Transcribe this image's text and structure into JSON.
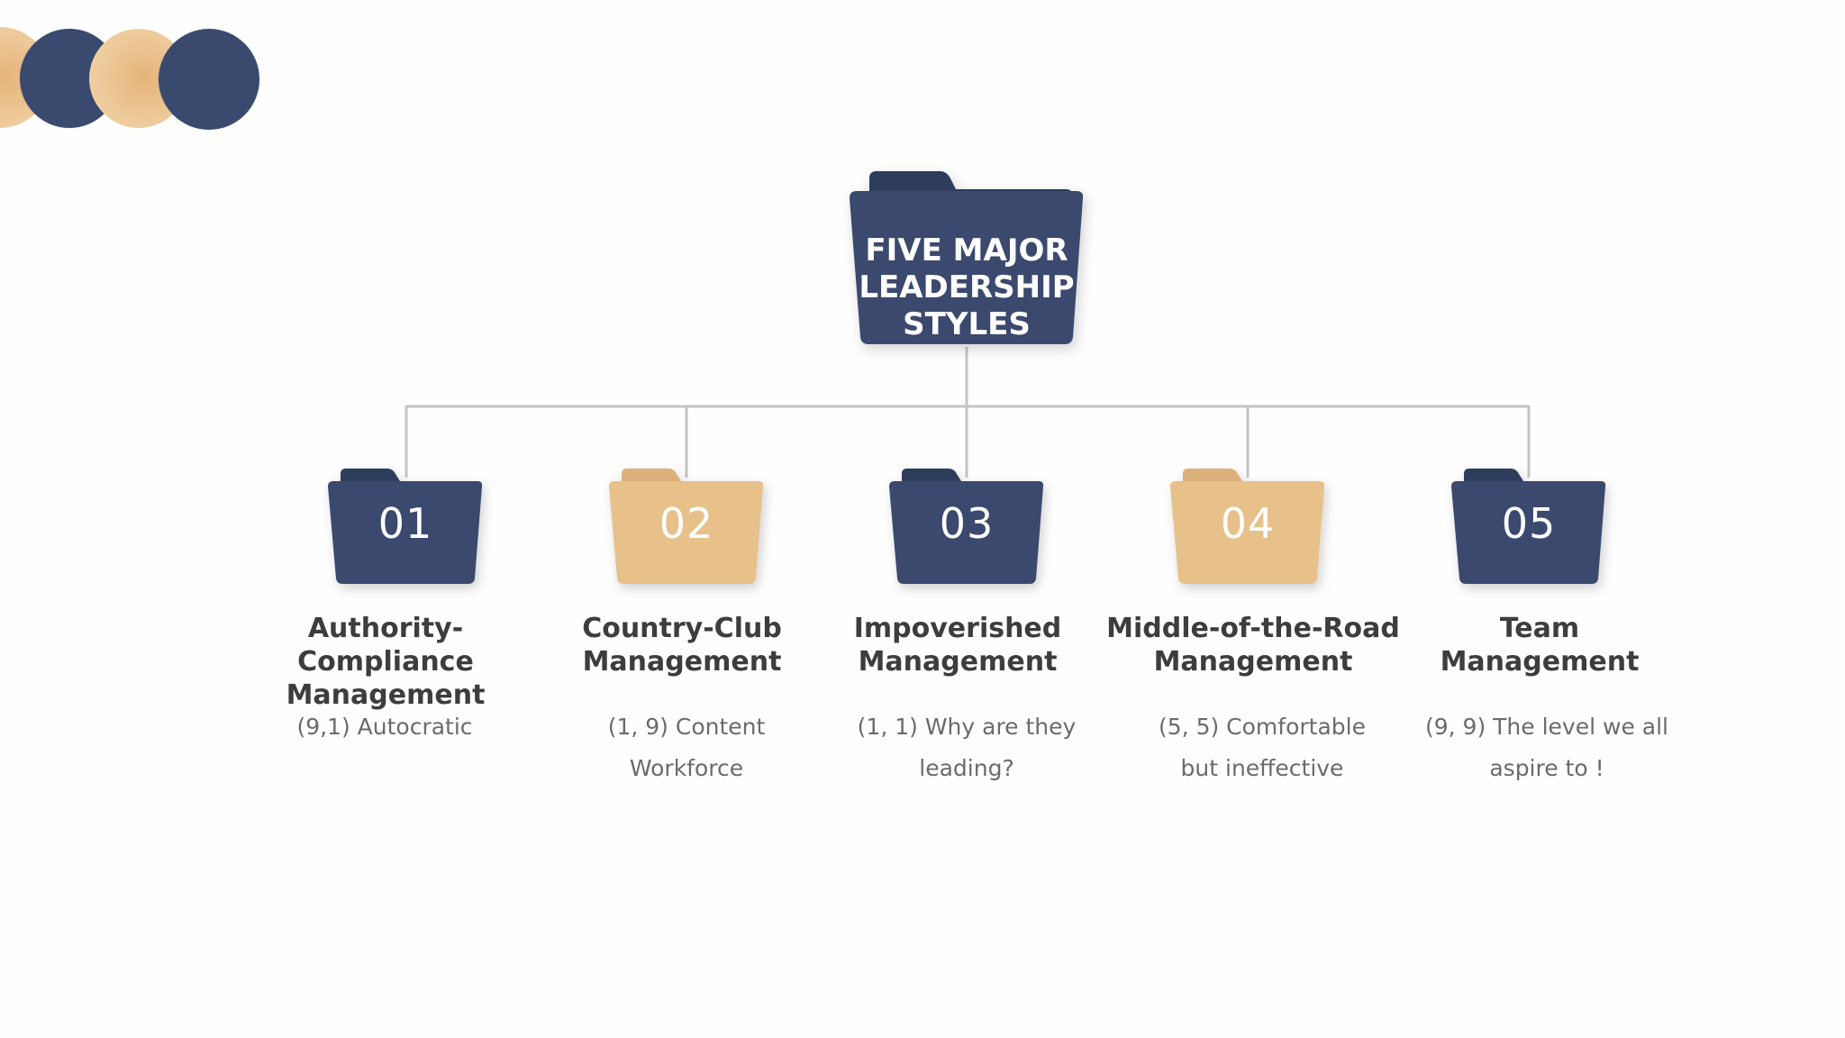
{
  "diagram": {
    "root": {
      "title": "FIVE MAJOR\nLEADERSHIP\nSTYLES"
    },
    "branches": [
      {
        "number": "01",
        "title": "Authority-Compliance\nManagement",
        "description": "(9,1) Autocratic"
      },
      {
        "number": "02",
        "title": "Country-Club\nManagement",
        "description": "(1, 9) Content\nWorkforce"
      },
      {
        "number": "03",
        "title": "Impoverished\nManagement",
        "description": "(1, 1) Why are they\nleading?"
      },
      {
        "number": "04",
        "title": "Middle-of-the-Road\nManagement",
        "description": "(5, 5) Comfortable\nbut ineffective"
      },
      {
        "number": "05",
        "title": "Team\nManagement",
        "description": "(9, 9) The level we all\naspire to !"
      }
    ]
  },
  "colors": {
    "navy": "#3a4a6e",
    "tan": "#e8c08a",
    "connector": "#c4c4c4"
  }
}
